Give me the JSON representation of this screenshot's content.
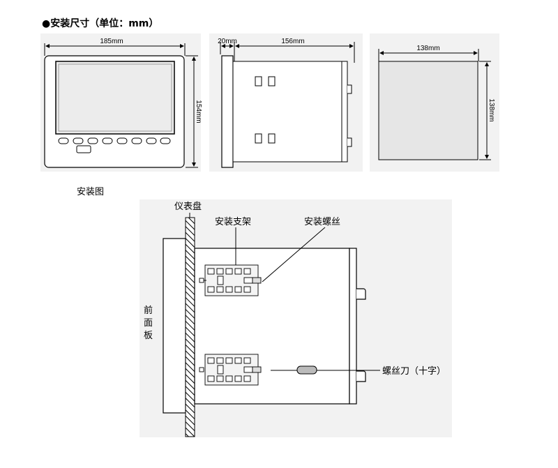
{
  "section_heading": "●安装尺寸（单位：mm）",
  "installation_caption": "安装图",
  "dimensions": {
    "front_width": "185mm",
    "front_height": "154mm",
    "side_bezel": "20mm",
    "side_depth": "156mm",
    "cutout_width": "138mm",
    "cutout_height": "138mm"
  },
  "labels": {
    "instrument_panel": "仪表盘",
    "mounting_bracket": "安装支架",
    "mounting_screw": "安装螺丝",
    "front_panel": [
      "前",
      "面",
      "板"
    ],
    "screwdriver": "螺丝刀（十字）"
  },
  "colors": {
    "panel_bg": "#f2f2f2",
    "line": "#000000",
    "cutout_fill": "#e6e6e6"
  }
}
